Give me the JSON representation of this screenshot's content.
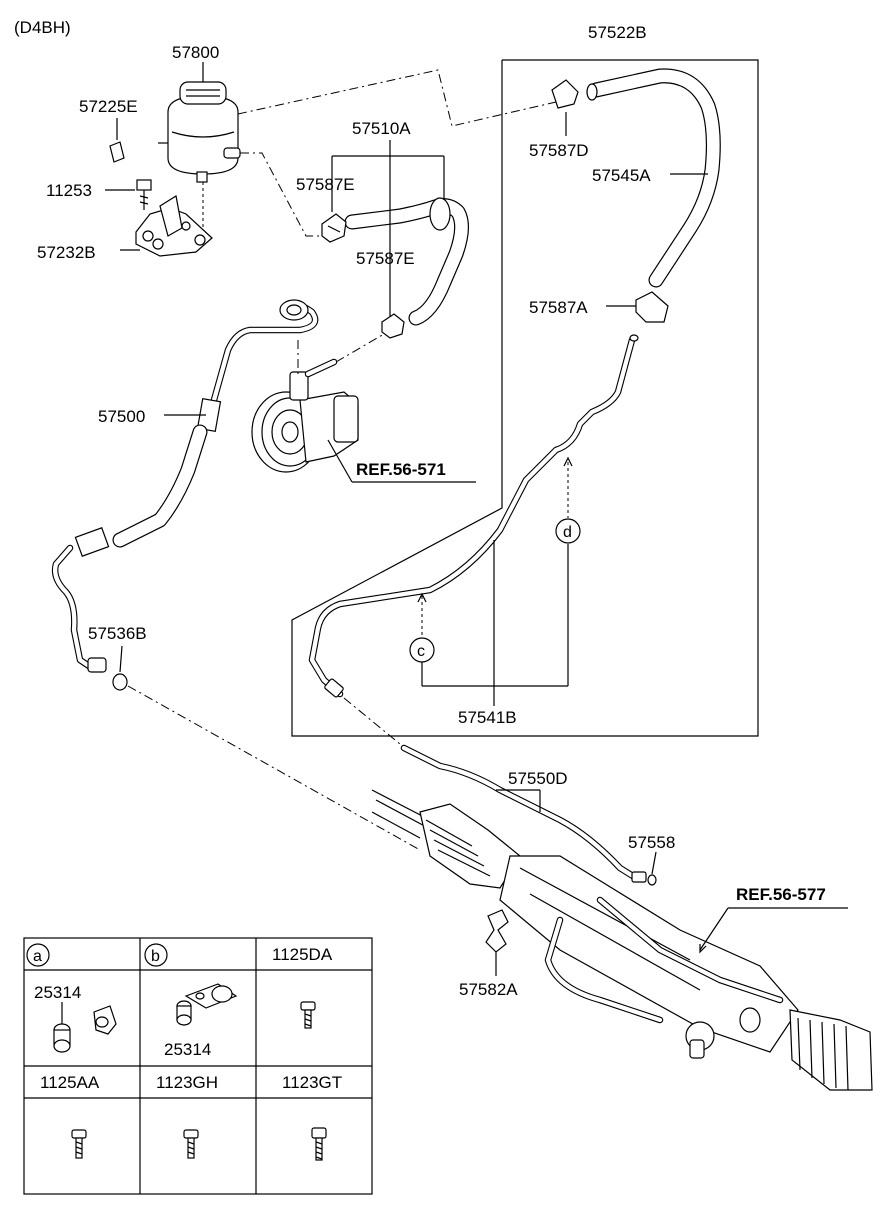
{
  "engine_code": "(D4BH)",
  "labels": {
    "reservoir": "57800",
    "cap_bolt": "57225E",
    "bolt_11253": "11253",
    "bracket": "57232B",
    "suction_hose_group": "57510A",
    "clamp_e_upper": "57587E",
    "clamp_e_lower": "57587E",
    "pressure_hose": "57500",
    "pump_ref": "REF.56-571",
    "return_hose_group": "57522B",
    "clamp_d": "57587D",
    "return_hose": "57545A",
    "clamp_a": "57587A",
    "seal_ring": "57536B",
    "return_tube": "57541B",
    "gear_tube": "57550D",
    "oring": "57558",
    "clip": "57582A",
    "gear_ref": "REF.56-577"
  },
  "callouts": {
    "c": "c",
    "d": "d"
  },
  "legend": {
    "cells": [
      {
        "letter": "a",
        "title": "",
        "part": "25314"
      },
      {
        "letter": "b",
        "title": "",
        "part": "25314"
      },
      {
        "letter": "",
        "title": "1125DA",
        "part": ""
      },
      {
        "letter": "",
        "title": "1125AA",
        "part": ""
      },
      {
        "letter": "",
        "title": "1123GH",
        "part": ""
      },
      {
        "letter": "",
        "title": "1123GT",
        "part": ""
      }
    ]
  }
}
